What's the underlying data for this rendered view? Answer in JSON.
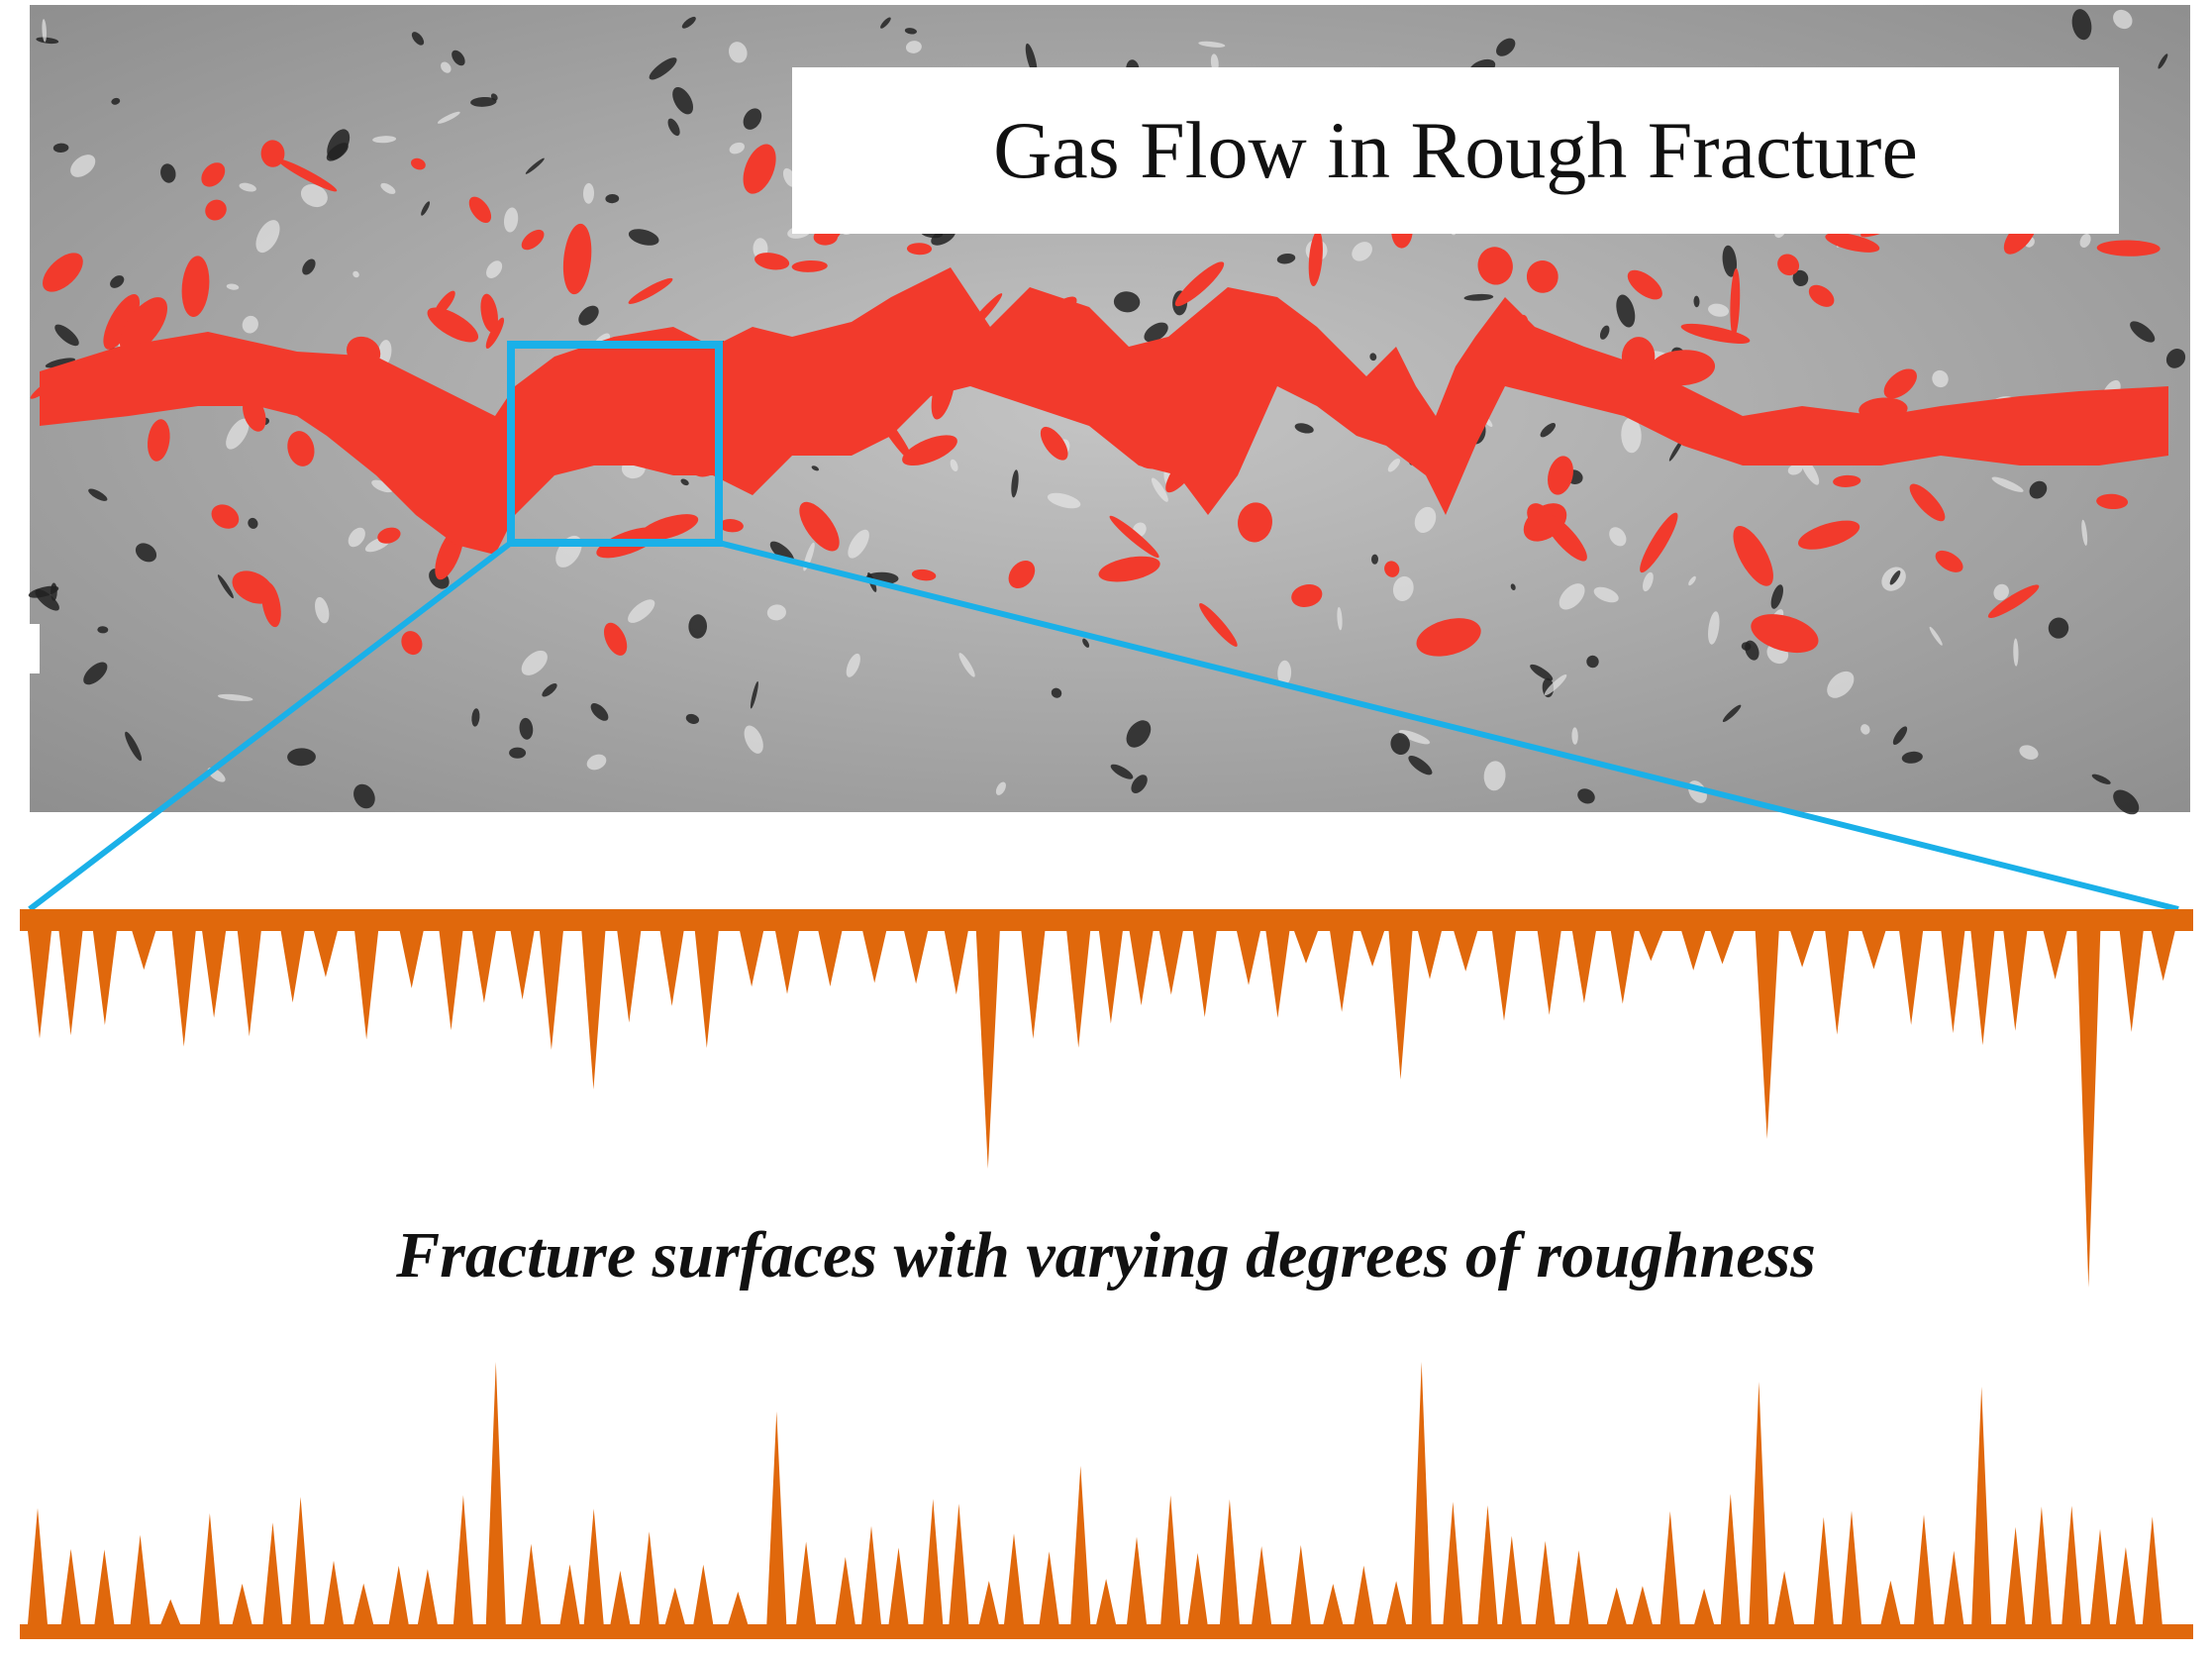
{
  "title": "Gas Flow in Rough Fracture",
  "caption": "Fracture surfaces with varying degrees of roughness",
  "colors": {
    "rock_background": "#a9a9a9",
    "fracture_flow": "#f23a2c",
    "zoom_highlight": "#1ab0e8",
    "surface_profile": "#e0680c",
    "pore_dark": "#1f1f1f"
  },
  "panels": {
    "top": "rock-slice-with-gas-flow",
    "zoom_box": "highlight-region",
    "profile_upper": "rough-upper-surface",
    "profile_lower": "rough-lower-surface"
  }
}
